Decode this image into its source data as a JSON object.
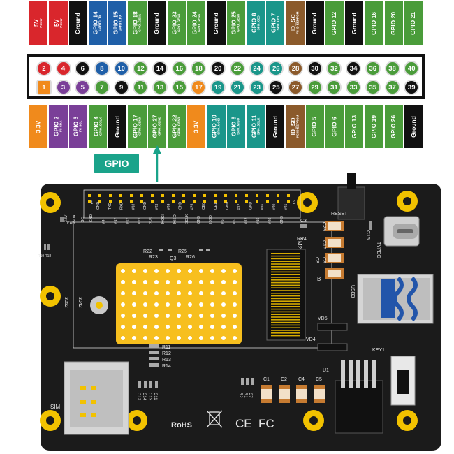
{
  "colors": {
    "power5v": "#d9262c",
    "power3v3": "#f08a1c",
    "ground": "#111111",
    "uart": "#1f5fa8",
    "gpio": "#4a9c3a",
    "spi": "#1a968a",
    "i2c": "#7a3f98",
    "id_eeprom": "#8b5a2b",
    "board": "#1b1b1b",
    "mount_gold": "#f2c200",
    "heatsink_pad": "#f7bf1e",
    "callout": "#1aa38a"
  },
  "top_labels": [
    {
      "main": "5V",
      "sub": "Power",
      "type": "power5v"
    },
    {
      "main": "5V",
      "sub": "Power",
      "type": "power5v"
    },
    {
      "main": "Ground",
      "sub": "",
      "type": "ground"
    },
    {
      "main": "GPIO 14",
      "sub": "UART0_TX",
      "type": "uart"
    },
    {
      "main": "GPIO 15",
      "sub": "UART0_RX",
      "type": "uart"
    },
    {
      "main": "GPIO 18",
      "sub": "GPIO_GEN1",
      "type": "gpio"
    },
    {
      "main": "Ground",
      "sub": "",
      "type": "ground"
    },
    {
      "main": "GPIO 23",
      "sub": "GPIO_GEN4",
      "type": "gpio"
    },
    {
      "main": "GPIO 24",
      "sub": "GPIO_GEN5",
      "type": "gpio"
    },
    {
      "main": "Ground",
      "sub": "",
      "type": "ground"
    },
    {
      "main": "GPIO 25",
      "sub": "GPIO_GEN6",
      "type": "gpio"
    },
    {
      "main": "GPIO 8",
      "sub": "SPI0_CE0",
      "type": "spi"
    },
    {
      "main": "GPIO 7",
      "sub": "SPI0_CE1",
      "type": "spi"
    },
    {
      "main": "ID_SC",
      "sub": "I²C ID EEPROM",
      "type": "id_eeprom"
    },
    {
      "main": "Ground",
      "sub": "",
      "type": "ground"
    },
    {
      "main": "GPIO 12",
      "sub": "",
      "type": "gpio"
    },
    {
      "main": "Ground",
      "sub": "",
      "type": "ground"
    },
    {
      "main": "GPIO 16",
      "sub": "",
      "type": "gpio"
    },
    {
      "main": "GPIO 20",
      "sub": "",
      "type": "gpio"
    },
    {
      "main": "GPIO 21",
      "sub": "",
      "type": "gpio"
    }
  ],
  "bottom_labels": [
    {
      "main": "3.3V",
      "sub": "",
      "type": "power3v3"
    },
    {
      "main": "GPIO 2",
      "sub": "I²C SDA",
      "type": "i2c"
    },
    {
      "main": "GPIO 3",
      "sub": "I²C SCL",
      "type": "i2c"
    },
    {
      "main": "GPIO 4",
      "sub": "GPIO_GCLK",
      "type": "gpio"
    },
    {
      "main": "Ground",
      "sub": "",
      "type": "ground"
    },
    {
      "main": "GPIO 17",
      "sub": "GPIO_GEN0",
      "type": "gpio"
    },
    {
      "main": "GPIO 27",
      "sub": "GPIO_GEN2",
      "type": "gpio"
    },
    {
      "main": "GPIO 22",
      "sub": "GPIO_GEN3",
      "type": "gpio"
    },
    {
      "main": "3.3V",
      "sub": "",
      "type": "power3v3"
    },
    {
      "main": "GPIO 10",
      "sub": "SPI0_MOSI",
      "type": "spi"
    },
    {
      "main": "GPIO 9",
      "sub": "SPI0_MISO",
      "type": "spi"
    },
    {
      "main": "GPIO 11",
      "sub": "SPI0_SCLK",
      "type": "spi"
    },
    {
      "main": "Ground",
      "sub": "",
      "type": "ground"
    },
    {
      "main": "ID_SD",
      "sub": "I²C ID EEPROM",
      "type": "id_eeprom"
    },
    {
      "main": "GPIO 5",
      "sub": "",
      "type": "gpio"
    },
    {
      "main": "GPIO 6",
      "sub": "",
      "type": "gpio"
    },
    {
      "main": "GPIO 13",
      "sub": "",
      "type": "gpio"
    },
    {
      "main": "GPIO 19",
      "sub": "",
      "type": "gpio"
    },
    {
      "main": "GPIO 26",
      "sub": "",
      "type": "gpio"
    },
    {
      "main": "Ground",
      "sub": "",
      "type": "ground"
    }
  ],
  "even_pins": [
    {
      "n": "2",
      "type": "power5v"
    },
    {
      "n": "4",
      "type": "power5v"
    },
    {
      "n": "6",
      "type": "ground"
    },
    {
      "n": "8",
      "type": "uart"
    },
    {
      "n": "10",
      "type": "uart"
    },
    {
      "n": "12",
      "type": "gpio"
    },
    {
      "n": "14",
      "type": "ground"
    },
    {
      "n": "16",
      "type": "gpio"
    },
    {
      "n": "18",
      "type": "gpio"
    },
    {
      "n": "20",
      "type": "ground"
    },
    {
      "n": "22",
      "type": "gpio"
    },
    {
      "n": "24",
      "type": "spi"
    },
    {
      "n": "26",
      "type": "spi"
    },
    {
      "n": "28",
      "type": "id_eeprom"
    },
    {
      "n": "30",
      "type": "ground"
    },
    {
      "n": "32",
      "type": "gpio"
    },
    {
      "n": "34",
      "type": "ground"
    },
    {
      "n": "36",
      "type": "gpio"
    },
    {
      "n": "38",
      "type": "gpio"
    },
    {
      "n": "40",
      "type": "gpio"
    }
  ],
  "odd_pins": [
    {
      "n": "1",
      "type": "power3v3",
      "square": true
    },
    {
      "n": "3",
      "type": "i2c"
    },
    {
      "n": "5",
      "type": "i2c"
    },
    {
      "n": "7",
      "type": "gpio"
    },
    {
      "n": "9",
      "type": "ground"
    },
    {
      "n": "11",
      "type": "gpio"
    },
    {
      "n": "13",
      "type": "gpio"
    },
    {
      "n": "15",
      "type": "gpio"
    },
    {
      "n": "17",
      "type": "power3v3"
    },
    {
      "n": "19",
      "type": "spi"
    },
    {
      "n": "21",
      "type": "spi"
    },
    {
      "n": "23",
      "type": "spi"
    },
    {
      "n": "25",
      "type": "ground"
    },
    {
      "n": "27",
      "type": "id_eeprom"
    },
    {
      "n": "29",
      "type": "gpio"
    },
    {
      "n": "31",
      "type": "gpio"
    },
    {
      "n": "33",
      "type": "gpio"
    },
    {
      "n": "35",
      "type": "gpio"
    },
    {
      "n": "37",
      "type": "gpio"
    },
    {
      "n": "39",
      "type": "ground"
    }
  ],
  "callout_label": "GPIO",
  "board": {
    "header_top_silk": [
      "GND",
      "TXD",
      "RXD",
      "#18",
      "GND",
      "#23",
      "#24",
      "GND",
      "#25",
      "CE0",
      "CE1",
      "GND",
      "#12",
      "GND",
      "#16",
      "#20",
      "#21"
    ],
    "header_bottom_silk": [
      "#4",
      "#17",
      "#27",
      "#22",
      "3V3",
      "MOSI",
      "MISO",
      "SCLK",
      "GND",
      "IDSD",
      "#5",
      "#6",
      "#13",
      "#19",
      "#26",
      "GND"
    ],
    "left_silk": [
      "3.3V",
      "SDA",
      "SCL",
      "GND"
    ],
    "pin1_label": "1",
    "pin40_label": "2",
    "pwr_label": "PWR",
    "reset_label": "RESET",
    "r3_label": "R3",
    "r4_label": "R4",
    "c3_label": "C3",
    "c29_label": "C29",
    "c15_label": "C15",
    "typec_label": "TYPEC",
    "c16_label": "C16",
    "c9_label": "C9",
    "c8_label": "C8",
    "b_label": "B",
    "usb3_label": "USB3",
    "vd5_label": "VD5",
    "vd4_label": "VD4",
    "key1_label": "KEY1",
    "u1_label": "U1",
    "m2_label": "M2",
    "q3_label": "Q3",
    "r22_label": "R22",
    "r23_label": "R23",
    "r25_label": "R25",
    "r26_label": "R26",
    "r19_label": "R19",
    "r18_label": "R18",
    "size_3042": "3042",
    "size_3052": "3052",
    "r11_label": "R11",
    "r12_label": "R12",
    "r13_label": "R13",
    "r14_label": "R14",
    "sim_label": "SIM",
    "c12_label": "C12",
    "c14_label": "C14",
    "c13_label": "C13",
    "c11_label": "C11",
    "r2_label": "R2",
    "r1_label": "R1",
    "c7_label": "C7",
    "c1_label": "C1",
    "c2_label": "C2",
    "c4_label": "C4",
    "c5_label": "C5",
    "rohs_label": "RoHS",
    "ce_label": "CE",
    "fc_label": "FC"
  }
}
